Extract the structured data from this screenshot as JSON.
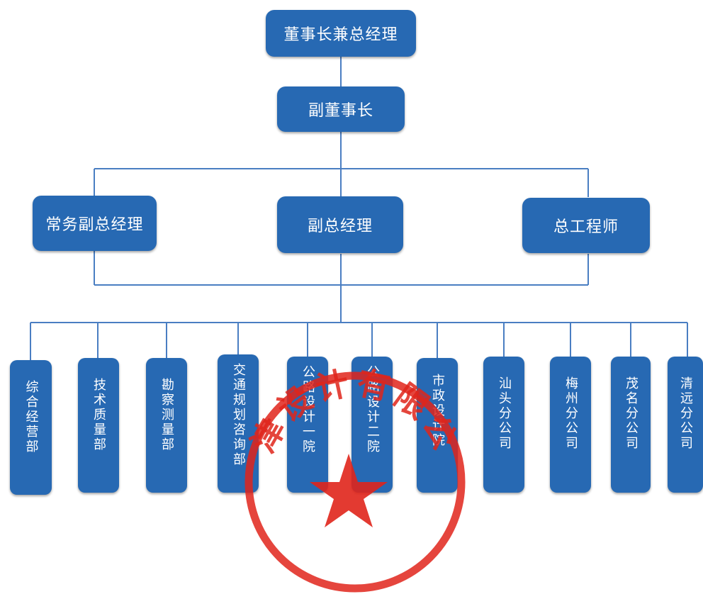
{
  "org": {
    "level1": "董事长兼总经理",
    "level2": "副董事长",
    "level3": [
      "常务副总经理",
      "副总经理",
      "总工程师"
    ],
    "departments": [
      "综合经营部",
      "技术质量部",
      "勘察测量部",
      "交通规划咨询部",
      "公路设计一院",
      "公路设计二院",
      "市政设计院",
      "汕头分公司",
      "梅州分公司",
      "茂名分公司",
      "清远分公司"
    ]
  },
  "stamp": {
    "text": "津设计有限公",
    "color": "#e0251b"
  },
  "colors": {
    "box": "#2769b3",
    "line": "#4a7ec2"
  }
}
